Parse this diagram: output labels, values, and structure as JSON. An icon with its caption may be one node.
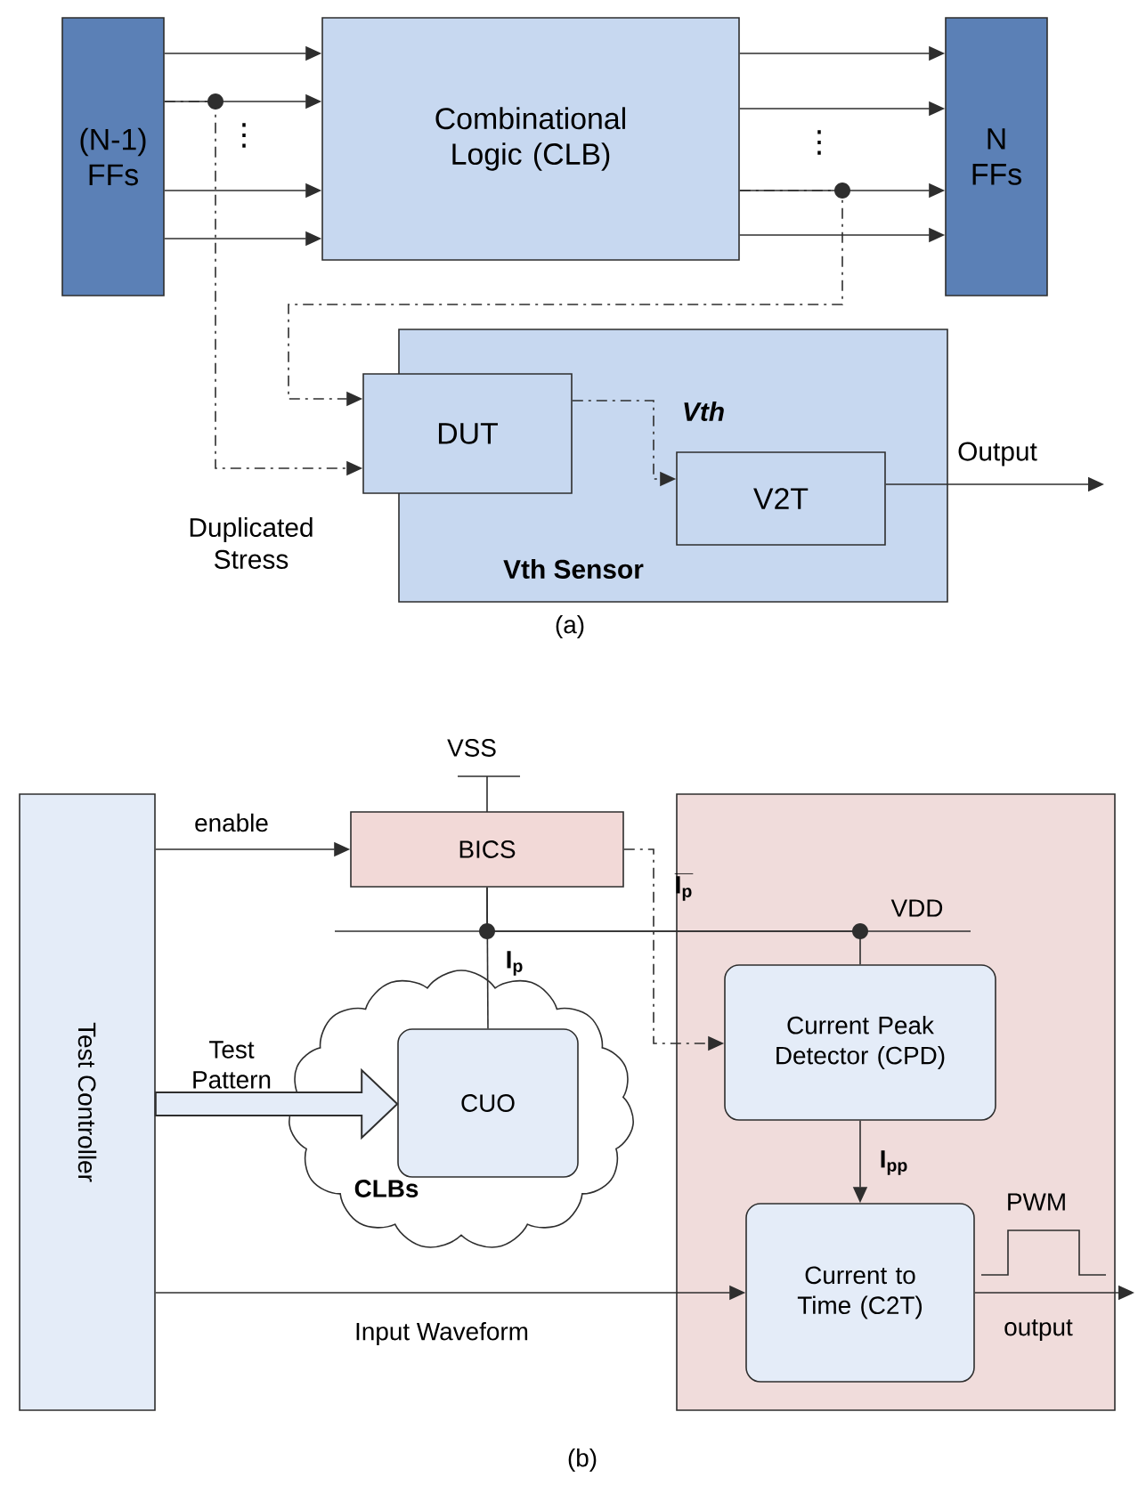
{
  "diagram": {
    "nodes": [
      {
        "text": [
          "(N-1) FFs"
        ]
      },
      {
        "text": [
          "Combinational Logic (CLB)"
        ]
      },
      {
        "text": [
          "N FFs"
        ]
      },
      {
        "text": [
          "Vth Sensor"
        ]
      },
      {
        "text": [
          "DUT"
        ]
      },
      {
        "text": [
          "V2T"
        ],
        "in": 3
      },
      {
        "text": [
          "Test Controller"
        ]
      },
      {
        "text": [
          "BICS"
        ]
      },
      {
        "text": [],
        "shape": "box"
      },
      {
        "text": [
          "CLBs"
        ]
      },
      {
        "text": [
          "CUO"
        ],
        "in": 9
      },
      {
        "text": [
          "Current Peak Detector (CPD)"
        ],
        "in": 8
      },
      {
        "text": [
          "Current to Time (C2T)"
        ],
        "in": 8
      }
    ],
    "edges": [
      {
        "from": 0,
        "to": 1,
        "arrow": "to"
      },
      {
        "from": 0,
        "to": 1,
        "arrow": "to"
      },
      {
        "from": 0,
        "to": 1,
        "arrow": "to"
      },
      {
        "from": 0,
        "to": 1,
        "arrow": "to"
      },
      {
        "from": 1,
        "to": 2,
        "arrow": "to"
      },
      {
        "from": 1,
        "to": 2,
        "arrow": "to"
      },
      {
        "from": 1,
        "to": 2,
        "arrow": "to"
      },
      {
        "from": 1,
        "to": 2,
        "arrow": "to"
      },
      {
        "from": 0,
        "to": 4,
        "arrow": "to",
        "style": "dashed"
      },
      {
        "from": 1,
        "to": 4,
        "arrow": "to",
        "style": "dashed"
      },
      {
        "from": 4,
        "to": 5,
        "arrow": "to",
        "style": "dashed",
        "label": "Vth"
      },
      {
        "from": 5,
        "to": null,
        "arrow": "to",
        "label": "Output"
      },
      {
        "from": 6,
        "to": 7,
        "arrow": "to",
        "label": "enable"
      },
      {
        "from": 6,
        "to": 10,
        "arrow": "to",
        "style": "thick",
        "label": "Test Pattern"
      },
      {
        "from": 6,
        "to": 12,
        "arrow": "to",
        "label": "Input Waveform"
      },
      {
        "from": 7,
        "to": 10,
        "arrow": "none",
        "label": "I$_{p}$"
      },
      {
        "from": 7,
        "to": 11,
        "arrow": "none"
      },
      {
        "from": 7,
        "to": 11,
        "arrow": "to",
        "style": "dashed",
        "label": "I$_{p}$"
      },
      {
        "from": 11,
        "to": 12,
        "arrow": "to",
        "label": "I$_{pp}$"
      },
      {
        "from": 12,
        "to": null,
        "arrow": "to",
        "label": "output"
      }
    ],
    "labels": [
      "⋮",
      "⋮",
      "Duplicated Stress",
      "(a)",
      "VSS",
      "VDD",
      "PWM",
      "(b)"
    ]
  }
}
